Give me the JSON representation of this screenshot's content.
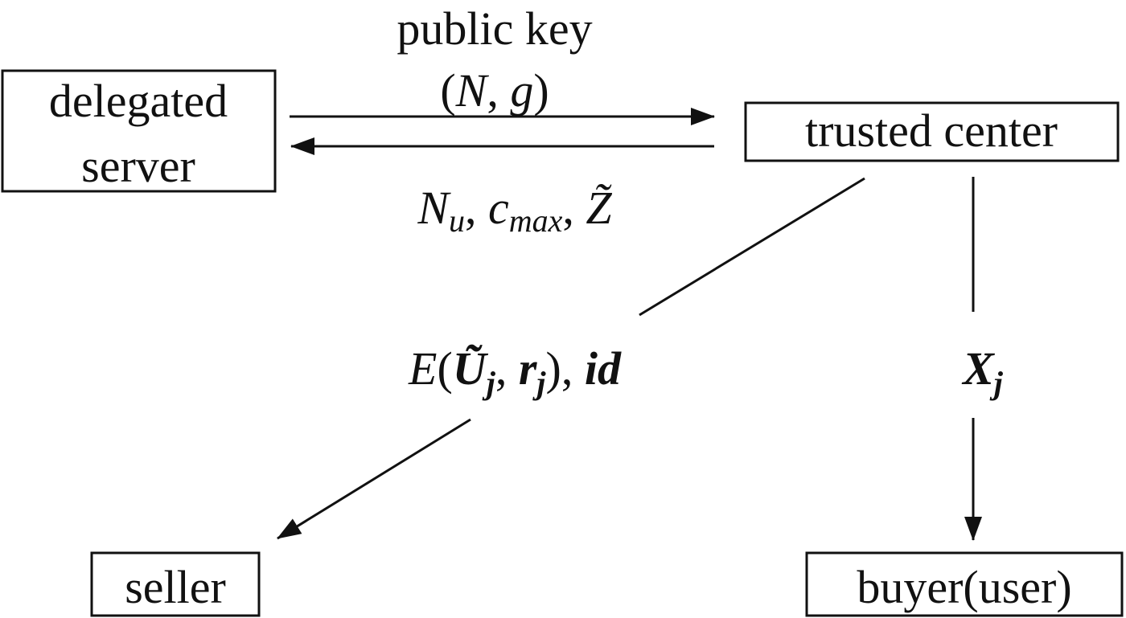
{
  "nodes": {
    "delegated_server": [
      "delegated",
      "server"
    ],
    "trusted_center": "trusted center",
    "seller": "seller",
    "buyer": "buyer(user)"
  },
  "edges": {
    "public_key_title": "public key",
    "public_key_open": "(",
    "public_key_N": "N",
    "public_key_sep": ", ",
    "public_key_g": "g",
    "public_key_close": ")",
    "return_Nu": "N",
    "return_Nu_sub": "u",
    "return_sep1": ", ",
    "return_c": "c",
    "return_c_sub": "max",
    "return_sep2": ", ",
    "return_Z": "Z̃",
    "seller_E": "E",
    "seller_open": "(",
    "seller_U": "Ũ",
    "seller_U_sub": "j",
    "seller_sep": ", ",
    "seller_r": "r",
    "seller_r_sub": "j",
    "seller_close": "), ",
    "seller_id": "id",
    "buyer_X": "X",
    "buyer_X_sub": "j"
  }
}
